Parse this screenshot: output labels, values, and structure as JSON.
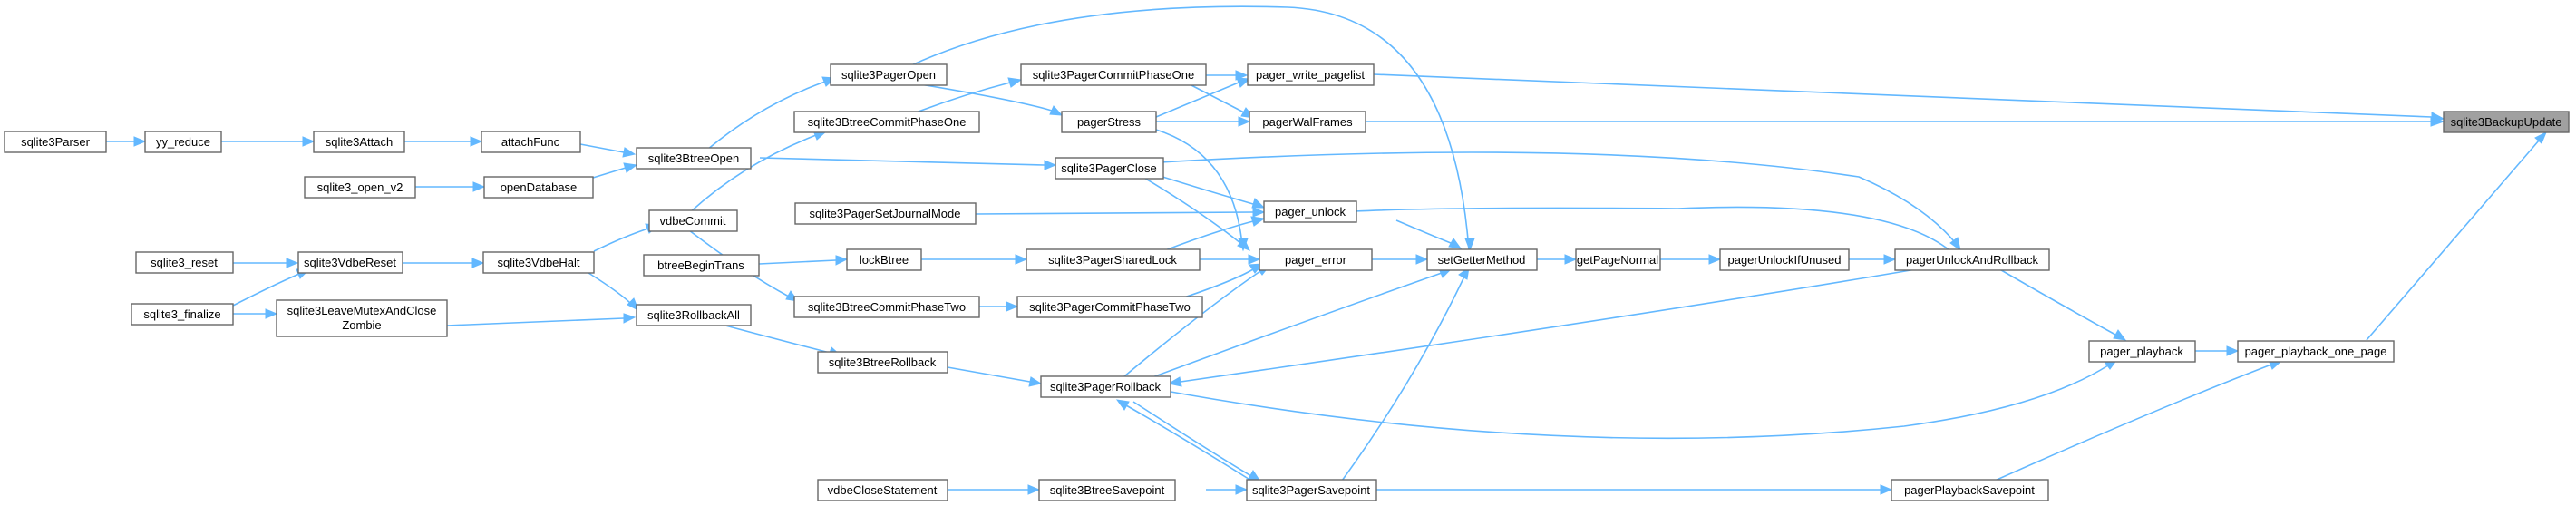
{
  "colors": {
    "edge": "#63b8ff",
    "node_border": "#666666",
    "node_fill": "#ffffff",
    "highlight_fill": "#a0a0a0"
  },
  "nodes": {
    "sqlite3BackupUpdate": {
      "label": "sqlite3BackupUpdate",
      "highlight": true
    },
    "pager_write_pagelist": {
      "label": "pager_write_pagelist"
    },
    "pagerWalFrames": {
      "label": "pagerWalFrames"
    },
    "pager_playback_one_page": {
      "label": "pager_playback_one_page"
    },
    "pager_playback": {
      "label": "pager_playback"
    },
    "pagerPlaybackSavepoint": {
      "label": "pagerPlaybackSavepoint"
    },
    "pagerUnlockAndRollback": {
      "label": "pagerUnlockAndRollback"
    },
    "pagerUnlockIfUnused": {
      "label": "pagerUnlockIfUnused"
    },
    "getPageNormal": {
      "label": "getPageNormal"
    },
    "setGetterMethod": {
      "label": "setGetterMethod"
    },
    "sqlite3PagerCommitPhaseOne": {
      "label": "sqlite3PagerCommitPhaseOne"
    },
    "pagerStress": {
      "label": "pagerStress"
    },
    "sqlite3PagerClose": {
      "label": "sqlite3PagerClose"
    },
    "pager_unlock": {
      "label": "pager_unlock"
    },
    "sqlite3PagerSharedLock": {
      "label": "sqlite3PagerSharedLock"
    },
    "pager_error": {
      "label": "pager_error"
    },
    "sqlite3PagerCommitPhaseTwo": {
      "label": "sqlite3PagerCommitPhaseTwo"
    },
    "sqlite3PagerRollback": {
      "label": "sqlite3PagerRollback"
    },
    "sqlite3PagerSavepoint": {
      "label": "sqlite3PagerSavepoint"
    },
    "sqlite3PagerOpen": {
      "label": "sqlite3PagerOpen"
    },
    "sqlite3BtreeCommitPhaseOne": {
      "label": "sqlite3BtreeCommitPhaseOne"
    },
    "sqlite3PagerSetJournalMode": {
      "label": "sqlite3PagerSetJournalMode"
    },
    "lockBtree": {
      "label": "lockBtree"
    },
    "sqlite3BtreeCommitPhaseTwo": {
      "label": "sqlite3BtreeCommitPhaseTwo"
    },
    "sqlite3BtreeRollback": {
      "label": "sqlite3BtreeRollback"
    },
    "sqlite3BtreeSavepoint": {
      "label": "sqlite3BtreeSavepoint"
    },
    "vdbeCloseStatement": {
      "label": "vdbeCloseStatement"
    },
    "btreeBeginTrans": {
      "label": "btreeBeginTrans"
    },
    "sqlite3BtreeOpen": {
      "label": "sqlite3BtreeOpen"
    },
    "vdbeCommit": {
      "label": "vdbeCommit"
    },
    "sqlite3VdbeHalt": {
      "label": "sqlite3VdbeHalt"
    },
    "sqlite3RollbackAll": {
      "label": "sqlite3RollbackAll"
    },
    "attachFunc": {
      "label": "attachFunc"
    },
    "openDatabase": {
      "label": "openDatabase"
    },
    "sqlite3VdbeReset": {
      "label": "sqlite3VdbeReset"
    },
    "sqlite3LeaveMutexAndCloseZombie": {
      "label": "sqlite3LeaveMutexAndClose",
      "label2": "Zombie"
    },
    "sqlite3Attach": {
      "label": "sqlite3Attach"
    },
    "sqlite3_open_v2": {
      "label": "sqlite3_open_v2"
    },
    "sqlite3_reset": {
      "label": "sqlite3_reset"
    },
    "sqlite3_finalize": {
      "label": "sqlite3_finalize"
    },
    "yy_reduce": {
      "label": "yy_reduce"
    },
    "sqlite3Parser": {
      "label": "sqlite3Parser"
    }
  }
}
